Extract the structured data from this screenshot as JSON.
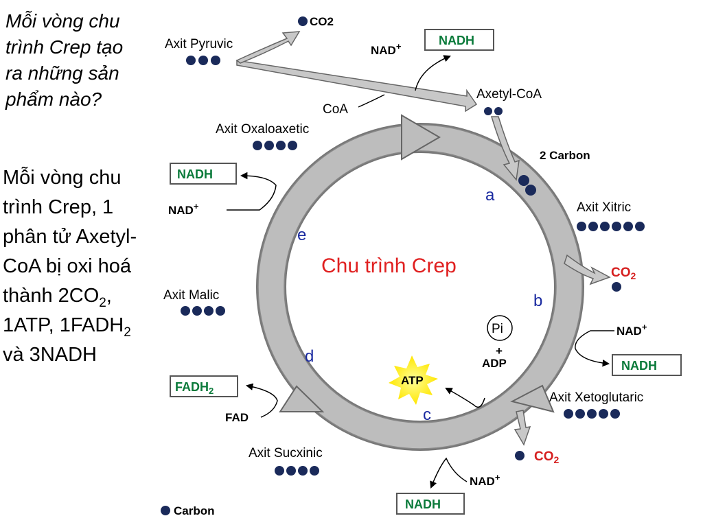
{
  "question": {
    "text": "Mỗi vòng chu trình Crep tạo ra những sản phẩm nào?"
  },
  "answer": {
    "part1": "Mỗi vòng chu trình Crep, 1 phân  tử Axetyl-CoA bị oxi hoá thành 2CO",
    "sub1": "2",
    "part2": ", 1ATP, 1FADH",
    "sub2": "2",
    "part3": " và 3NADH"
  },
  "diagram": {
    "title": "Chu trình Crep",
    "pyruvic": "Axit Pyruvic",
    "co2_top": "CO2",
    "nad_top": "NAD",
    "nadh_top": "NADH",
    "acetyl": "Axetyl-CoA",
    "coa": "CoA",
    "oxaloacetic": "Axit Oxaloaxetic",
    "two_carbon": "2 Carbon",
    "nadh_left": "NADH",
    "nad_left": "NAD",
    "citric": "Axit Xitric",
    "step_a": "a",
    "step_b": "b",
    "step_c": "c",
    "step_d": "d",
    "step_e": "e",
    "co2_right_main": "CO",
    "co2_right_sub": "2",
    "malic": "Axit Malic",
    "pi": "Pi",
    "plus": "+",
    "adp": "ADP",
    "nad_right": "NAD",
    "nadh_right": "NADH",
    "atp": "ATP",
    "fadh_main": "FADH",
    "fadh_sub": "2",
    "fad": "FAD",
    "ketoglutaric": "Axit Xetoglutaric",
    "succinic": "Axit Sucxinic",
    "co2_bottom_main": "CO",
    "co2_bottom_sub": "2",
    "nad_bottom": "NAD",
    "nadh_bottom": "NADH",
    "legend": "Carbon",
    "plus_sign": "+"
  },
  "colors": {
    "atom": "#1a2a5a",
    "cycle_gray": "#b8b8b8",
    "nadh_green": "#0a7a3a",
    "co2_red": "#d62020",
    "step_blue": "#1a2aa0",
    "title_red": "#e02020",
    "atp_yellow": "#ffee33"
  }
}
